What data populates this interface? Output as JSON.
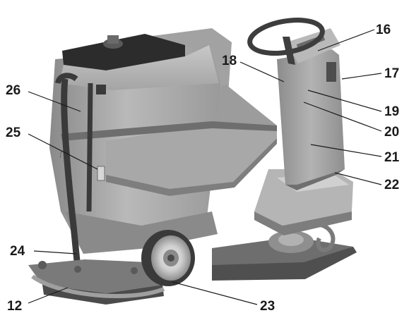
{
  "diagram": {
    "callouts": [
      {
        "id": "c16",
        "label": "16"
      },
      {
        "id": "c17",
        "label": "17"
      },
      {
        "id": "c18",
        "label": "18"
      },
      {
        "id": "c19",
        "label": "19"
      },
      {
        "id": "c20",
        "label": "20"
      },
      {
        "id": "c21",
        "label": "21"
      },
      {
        "id": "c22",
        "label": "22"
      },
      {
        "id": "c23",
        "label": "23"
      },
      {
        "id": "c24",
        "label": "24"
      },
      {
        "id": "c25",
        "label": "25"
      },
      {
        "id": "c26",
        "label": "26"
      },
      {
        "id": "c12",
        "label": "12"
      }
    ]
  }
}
